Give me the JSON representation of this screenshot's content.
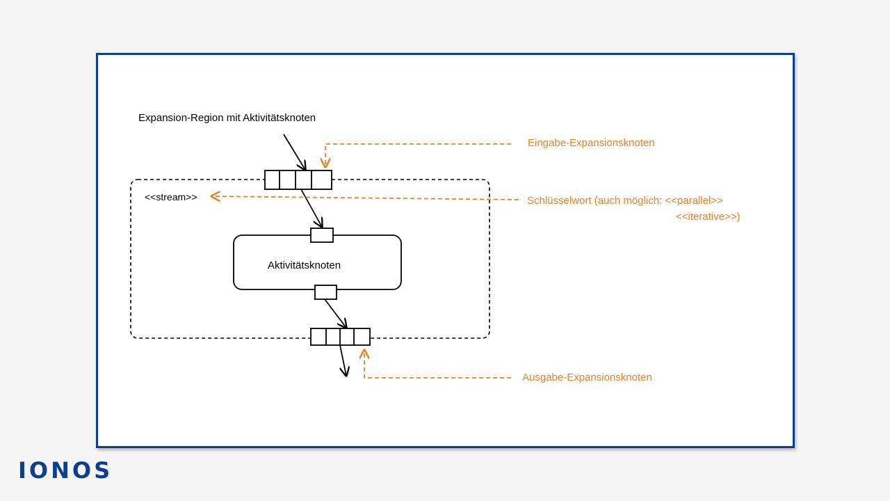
{
  "diagram": {
    "title": "Expansion-Region mit Aktivitätsknoten",
    "keyword": "<<stream>>",
    "activity_node": "Aktivitätsknoten",
    "annotations": {
      "input_node": "Eingabe-Expansionsknoten",
      "keyword_line1": "Schlüsselwort (auch möglich: <<parallel>>",
      "keyword_line2": "<<iterative>>)",
      "output_node": "Ausgabe-Expansionsknoten"
    }
  },
  "colors": {
    "frame_border": "#0b3e8f",
    "annotation": "#e8822a",
    "line": "#000000"
  },
  "logo": {
    "text": "IONOS"
  }
}
